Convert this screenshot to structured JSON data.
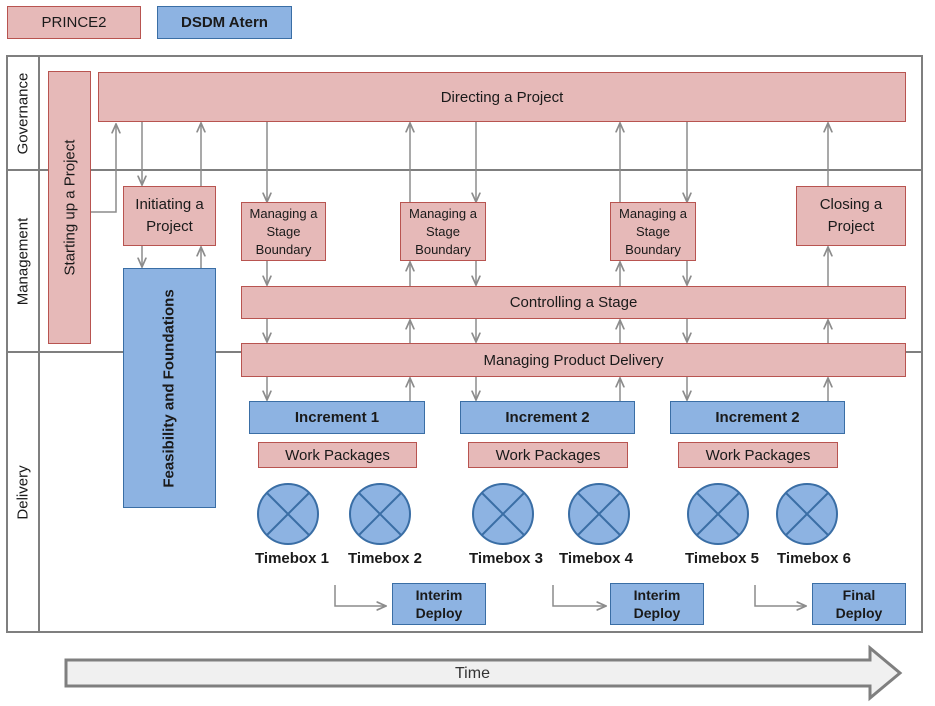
{
  "legend": {
    "prince2": "PRINCE2",
    "dsdm": "DSDM Atern"
  },
  "lanes": {
    "governance": "Governance",
    "management": "Management",
    "delivery": "Delivery"
  },
  "processes": {
    "starting_up": "Starting up a Project",
    "directing": "Directing a Project",
    "initiating": "Initiating a Project",
    "managing_stage_boundary": "Managing a Stage Boundary",
    "closing": "Closing a Project",
    "controlling_stage": "Controlling a Stage",
    "managing_product_delivery": "Managing Product Delivery"
  },
  "dsdm": {
    "feasibility": "Feasibility and Foundations",
    "increments": [
      "Increment 1",
      "Increment 2",
      "Increment 2"
    ],
    "work_packages": "Work Packages",
    "timeboxes": [
      "Timebox 1",
      "Timebox 2",
      "Timebox 3",
      "Timebox 4",
      "Timebox 5",
      "Timebox 6"
    ],
    "deploys": [
      "Interim Deploy",
      "Interim Deploy",
      "Final Deploy"
    ]
  },
  "time": "Time",
  "colors": {
    "prince2_fill": "#e6b9b8",
    "prince2_border": "#b85450",
    "dsdm_fill": "#8db3e2",
    "dsdm_border": "#3a6ea5",
    "lane_border": "#7f7f7f",
    "arrow": "#8c8c8c"
  }
}
